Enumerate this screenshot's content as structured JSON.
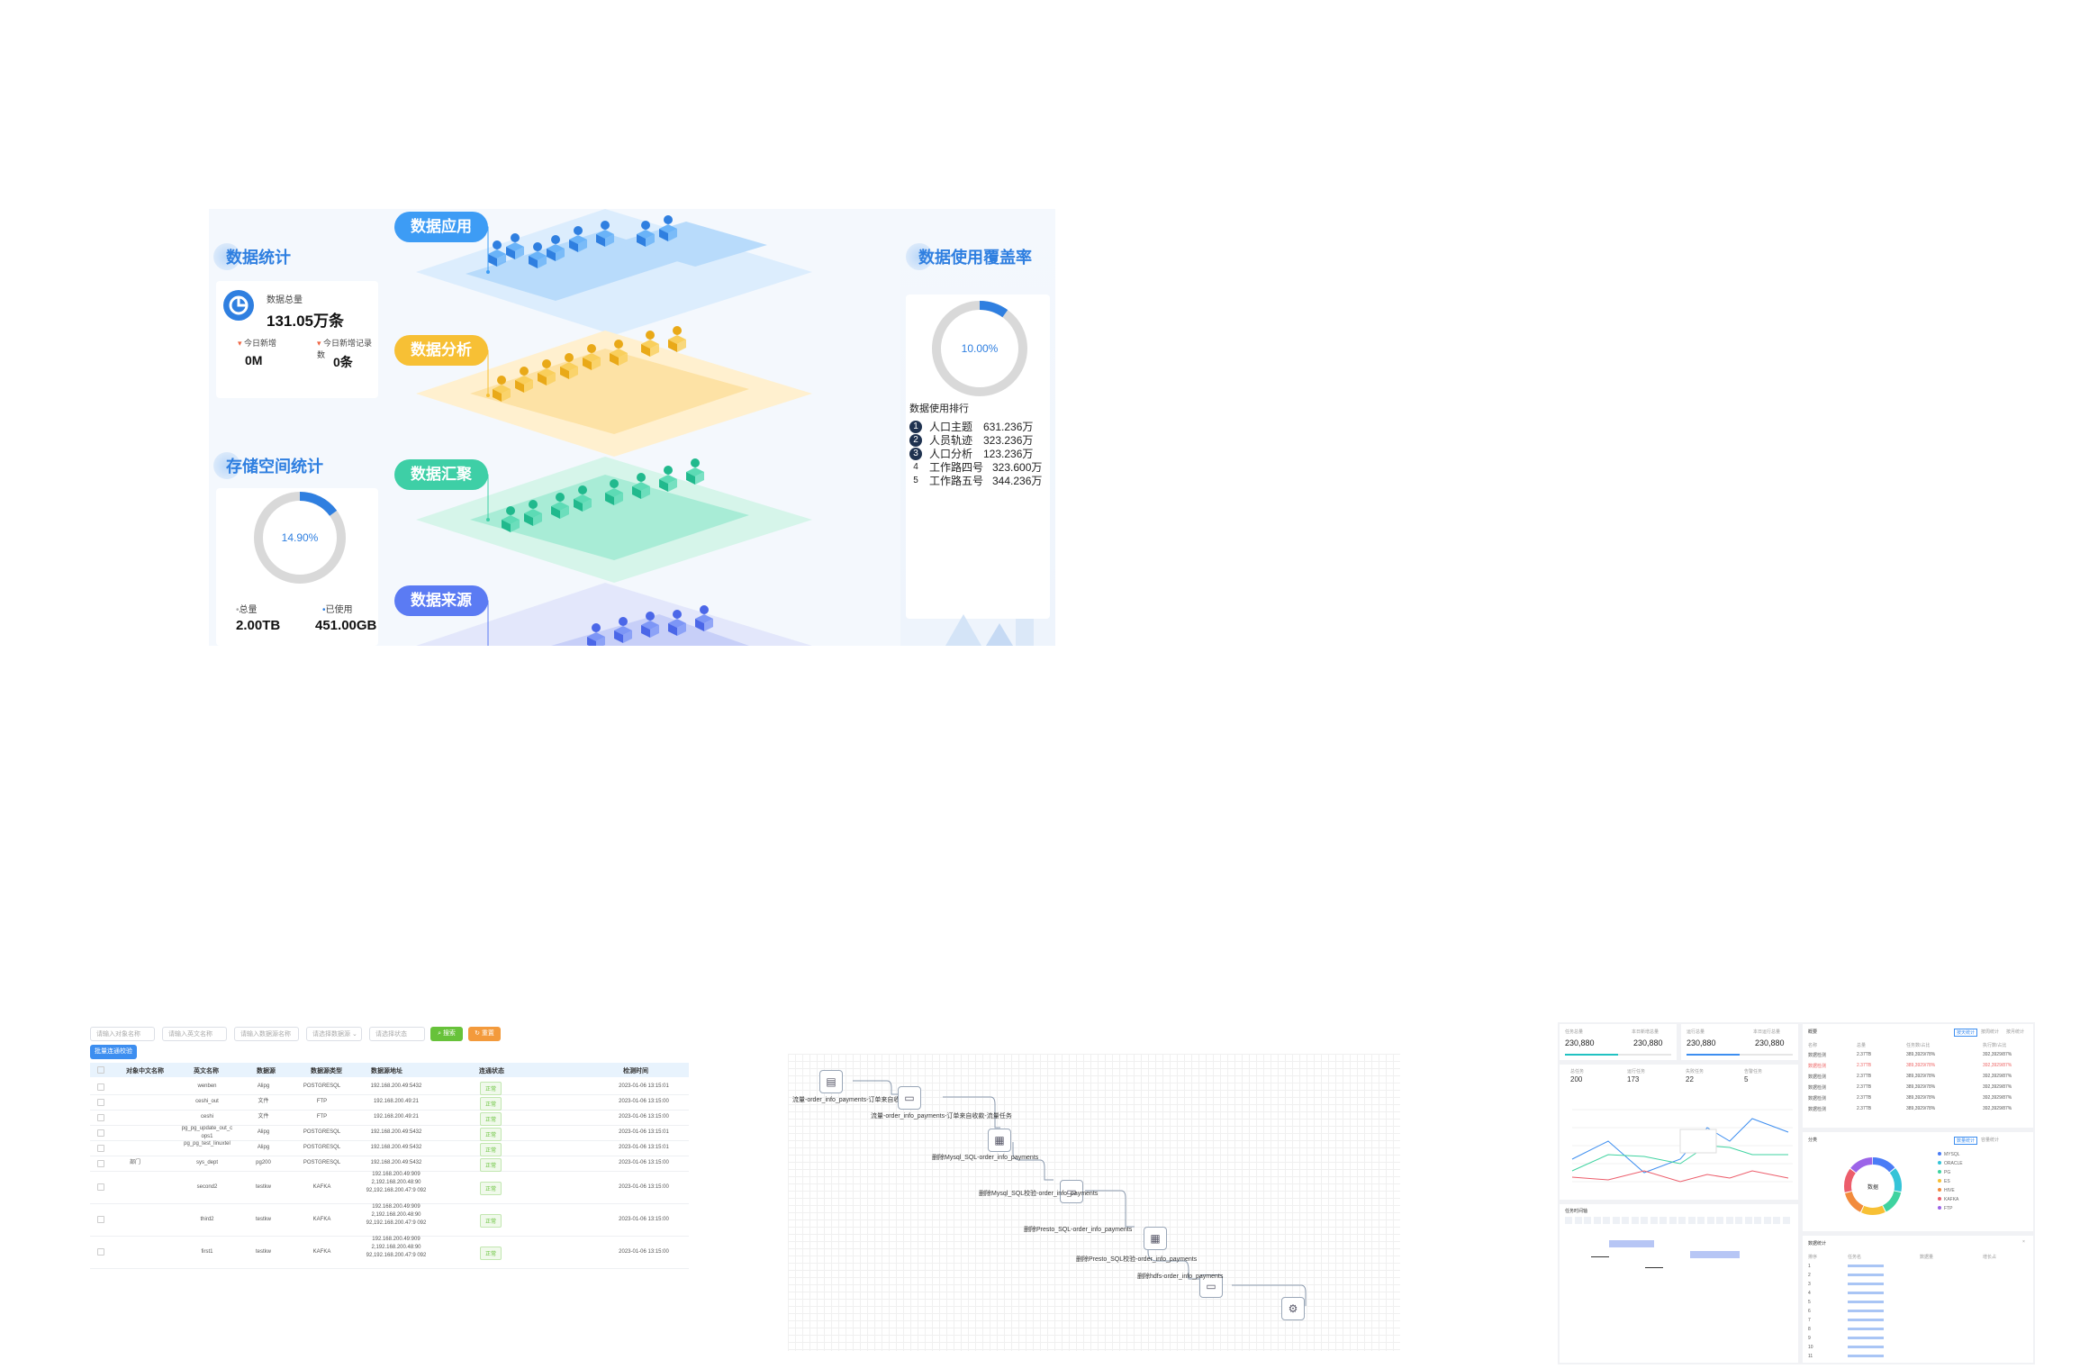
{
  "dashboard": {
    "left_panels": {
      "data_stats": {
        "title": "数据统计",
        "total_label": "数据总量",
        "total_value": "131.05万条",
        "today_new_label": "今日新增",
        "today_new_value": "0M",
        "today_records_label": "今日新增记录数",
        "today_records_value": "0条"
      },
      "storage": {
        "title": "存储空间统计",
        "percent_label": "14.90%",
        "percent": 14.9,
        "total_label": "总量",
        "total_value": "2.00TB",
        "used_label": "已使用",
        "used_value": "451.00GB"
      }
    },
    "layers": [
      {
        "label": "数据应用",
        "color": "#3d9cf5",
        "plane": "#d8ecfd"
      },
      {
        "label": "数据分析",
        "color": "#f7c035",
        "plane": "#fde9bf"
      },
      {
        "label": "数据汇聚",
        "color": "#3ecfa6",
        "plane": "#c6f0e2"
      },
      {
        "label": "数据来源",
        "color": "#5b7bf3",
        "plane": "#dfe3fb"
      }
    ],
    "coverage": {
      "title": "数据使用覆盖率",
      "percent_label": "10.00%",
      "percent": 10,
      "ranking_title": "数据使用排行",
      "ranking": [
        {
          "num": "1",
          "name": "人口主题",
          "value": "631.236万"
        },
        {
          "num": "2",
          "name": "人员轨迹",
          "value": "323.236万"
        },
        {
          "num": "3",
          "name": "人口分析",
          "value": "123.236万"
        },
        {
          "num": "4",
          "name": "工作路四号",
          "value": "323.600万"
        },
        {
          "num": "5",
          "name": "工作路五号",
          "value": "344.236万"
        }
      ]
    }
  },
  "table_page": {
    "filters": [
      {
        "placeholder": "请输入对象名称"
      },
      {
        "placeholder": "请输入英文名称"
      },
      {
        "placeholder": "请输入数据源名称"
      },
      {
        "placeholder": "请选择数据源"
      },
      {
        "placeholder": "请选择状态"
      }
    ],
    "search_label": "搜索",
    "reset_label": "重置",
    "batch_label": "批量连通校验",
    "columns": [
      "对象中文名称",
      "英文名称",
      "数据源",
      "数据源类型",
      "数据源地址",
      "连通状态",
      "检测时间"
    ],
    "rows": [
      {
        "cn": "",
        "en": "wenben",
        "src": "Alipg",
        "type": "POSTGRESQL",
        "addr": "192.168.200.49:5432",
        "status": "正常",
        "time": "2023-01-06 13:15:01"
      },
      {
        "cn": "",
        "en": "ceshi_out",
        "src": "文件",
        "type": "FTP",
        "addr": "192.168.200.49:21",
        "status": "正常",
        "time": "2023-01-06 13:15:00"
      },
      {
        "cn": "",
        "en": "ceshi",
        "src": "文件",
        "type": "FTP",
        "addr": "192.168.200.49:21",
        "status": "正常",
        "time": "2023-01-06 13:15:00"
      },
      {
        "cn": "",
        "en": "pg_pg_update_out_c ops1",
        "src": "Alipg",
        "type": "POSTGRESQL",
        "addr": "192.168.200.49:5432",
        "status": "正常",
        "time": "2023-01-06 13:15:01"
      },
      {
        "cn": "",
        "en": "pg_pg_test_linuxtel",
        "src": "Alipg",
        "type": "POSTGRESQL",
        "addr": "192.168.200.49:5432",
        "status": "正常",
        "time": "2023-01-06 13:15:01"
      },
      {
        "cn": "部门",
        "en": "sys_dept",
        "src": "pg200",
        "type": "POSTGRESQL",
        "addr": "192.168.200.49:5432",
        "status": "正常",
        "time": "2023-01-06 13:15:00"
      },
      {
        "cn": "",
        "en": "second2",
        "src": "testkw",
        "type": "KAFKA",
        "addr": "192.168.200.49:909 2,192.168.200.48:90 92,192.168.200.47:9 092",
        "status": "正常",
        "time": "2023-01-06 13:15:00"
      },
      {
        "cn": "",
        "en": "third2",
        "src": "testkw",
        "type": "KAFKA",
        "addr": "192.168.200.49:909 2,192.168.200.48:90 92,192.168.200.47:9 092",
        "status": "正常",
        "time": "2023-01-06 13:15:00"
      },
      {
        "cn": "",
        "en": "first1",
        "src": "testkw",
        "type": "KAFKA",
        "addr": "192.168.200.49:909 2,192.168.200.48:90 92,192.168.200.47:9 092",
        "status": "正常",
        "time": "2023-01-06 13:15:00"
      }
    ]
  },
  "flow": {
    "nodes": [
      {
        "label": "流量-order_info_payments-订单来自收款",
        "icon": "database-icon",
        "glyph": "▤"
      },
      {
        "label": "流量-order_info_payments-订单来自收款-流量任务",
        "icon": "monitor-icon",
        "glyph": "▭"
      },
      {
        "label": "删除Mysql_SQL-order_info_payments",
        "icon": "document-icon",
        "glyph": "▦"
      },
      {
        "label": "删除Mysql_SQL校验-order_info_payments",
        "icon": "monitor-icon",
        "glyph": "▭"
      },
      {
        "label": "删除Presto_SQL-order_info_payments",
        "icon": "document-icon",
        "glyph": "▦"
      },
      {
        "label": "删除Presto_SQL校验-order_info_payments",
        "icon": "monitor-icon",
        "glyph": "▭"
      },
      {
        "label": "删除hdfs-order_info_payments",
        "icon": "gear-icon",
        "glyph": "⚙"
      }
    ]
  },
  "mini_dashboard": {
    "stat_cards": [
      {
        "left_label": "任务总量",
        "left_value": "230,880",
        "right_label": "本日新增总量",
        "right_value": "230,880"
      },
      {
        "left_label": "运行总量",
        "left_value": "230,880",
        "right_label": "本日运行总量",
        "right_value": "230,880"
      }
    ],
    "row_stats": [
      {
        "label": "总任务",
        "value": "200"
      },
      {
        "label": "运行任务",
        "value": "173"
      },
      {
        "label": "失败任务",
        "value": "22"
      },
      {
        "label": "告警任务",
        "value": "5"
      }
    ],
    "list_title": "概要",
    "list_tabs": [
      "按天统计",
      "按周统计",
      "按月统计"
    ],
    "list_headers": [
      "名称",
      "总量",
      "任务数/占比",
      "执行数/占比"
    ],
    "list_rows": [
      {
        "name": "数据检测",
        "total": "2.37TB",
        "a": "389,3929/78%",
        "b": "392,3929/87%"
      },
      {
        "name": "数据检测",
        "total": "2.37TB",
        "a": "389,3929/78%",
        "b": "392,3929/87%"
      },
      {
        "name": "数据检测",
        "total": "2.37TB",
        "a": "389,3929/78%",
        "b": "392,3929/87%"
      },
      {
        "name": "数据检测",
        "total": "2.37TB",
        "a": "389,3929/78%",
        "b": "392,3929/87%"
      },
      {
        "name": "数据检测",
        "total": "2.37TB",
        "a": "389,3929/78%",
        "b": "392,3929/87%"
      },
      {
        "name": "数据检测",
        "total": "2.37TB",
        "a": "389,3929/78%",
        "b": "392,3929/87%"
      }
    ],
    "donut_title": "分类",
    "donut_center": "数据",
    "donut_tabs": [
      "数量统计",
      "容量统计"
    ],
    "legend": [
      {
        "name": "MYSQL",
        "color": "#4a7cf6"
      },
      {
        "name": "ORACLE",
        "color": "#35c4d8"
      },
      {
        "name": "PG",
        "color": "#3fd3a0"
      },
      {
        "name": "ES",
        "color": "#f7c035"
      },
      {
        "name": "HIVE",
        "color": "#f28b3c"
      },
      {
        "name": "KAFKA",
        "color": "#ec5d6b"
      },
      {
        "name": "FTP",
        "color": "#9c64e8"
      }
    ],
    "gantt_title": "任务时间轴",
    "table_title": "数据统计",
    "table_headers": [
      "排序",
      "任务名",
      "数据量",
      "增长占"
    ],
    "table_rows": [
      "1",
      "2",
      "3",
      "4",
      "5",
      "6",
      "7",
      "8",
      "9",
      "10",
      "11"
    ]
  }
}
